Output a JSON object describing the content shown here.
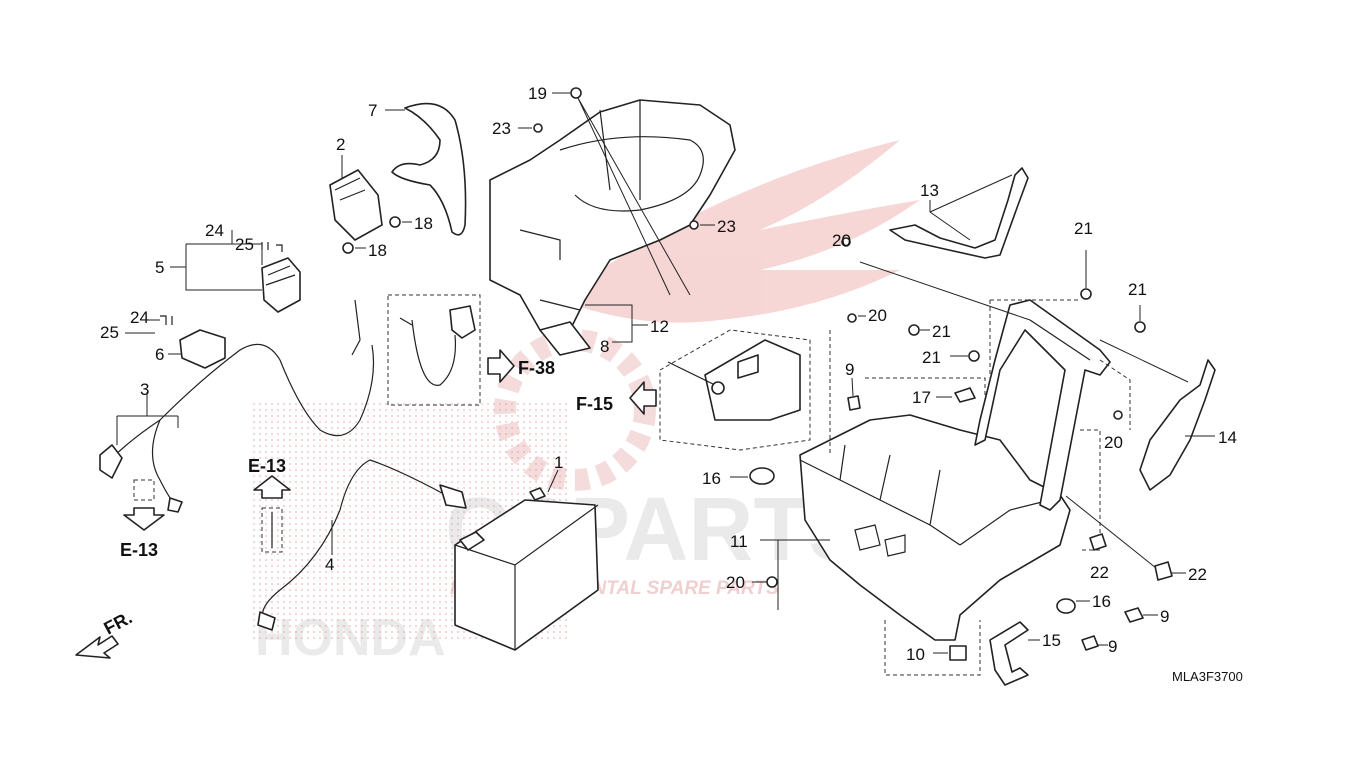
{
  "diagram_code": "MLA3F3700",
  "front_indicator": "FR.",
  "watermark": {
    "brand": "CSPARTS",
    "tagline": "INTERCONTINENTAL SPARE PARTS",
    "maker": "HONDA"
  },
  "colors": {
    "line": "#222222",
    "watermark_red": "#e8a0a0",
    "watermark_grey": "#d4d4d4"
  },
  "references": {
    "e13_bottom": "E-13",
    "e13_top": "E-13",
    "f38": "F-38",
    "f15": "F-15"
  },
  "callouts": {
    "c1": "1",
    "c2": "2",
    "c3": "3",
    "c4": "4",
    "c5": "5",
    "c6": "6",
    "c7": "7",
    "c8": "8",
    "c9a": "9",
    "c9b": "9",
    "c9c": "9",
    "c10": "10",
    "c11": "11",
    "c12": "12",
    "c13": "13",
    "c14": "14",
    "c15": "15",
    "c16a": "16",
    "c16b": "16",
    "c17": "17",
    "c18a": "18",
    "c18b": "18",
    "c19": "19",
    "c20a": "20",
    "c20b": "20",
    "c20c": "20",
    "c20d": "20",
    "c21a": "21",
    "c21b": "21",
    "c21c": "21",
    "c21d": "21",
    "c22a": "22",
    "c22b": "22",
    "c23a": "23",
    "c23b": "23",
    "c24a": "24",
    "c24b": "24",
    "c25a": "25",
    "c25b": "25"
  }
}
